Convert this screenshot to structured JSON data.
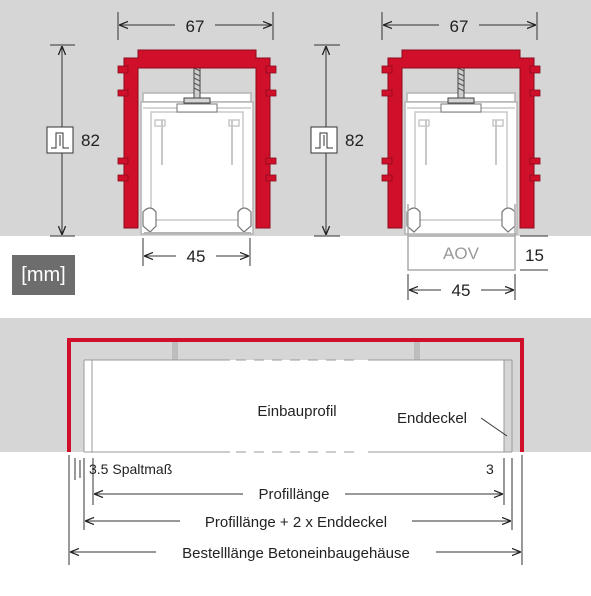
{
  "units": "[mm]",
  "colors": {
    "housing": "#d0102a",
    "background": "#d6d6d6",
    "profile": "#ffffff",
    "outline": "#9a9a9a",
    "text": "#222222"
  },
  "left_section": {
    "width_top": "67",
    "height": "82",
    "width_bottom": "45",
    "height_icon": "height-icon"
  },
  "right_section": {
    "width_top": "67",
    "height": "82",
    "aov_label": "AOV",
    "aov_height": "15",
    "width_bottom": "45",
    "height_icon": "height-icon"
  },
  "lower_section": {
    "profile_label": "Einbauprofil",
    "endcap_label": "Enddeckel",
    "gap_left": "3.5 Spaltmaß",
    "gap_right": "3",
    "dim_profile": "Profillänge",
    "dim_profile_endcaps": "Profillänge + 2 x Enddeckel",
    "dim_order": "Bestelllänge Betoneinbaugehäuse"
  }
}
